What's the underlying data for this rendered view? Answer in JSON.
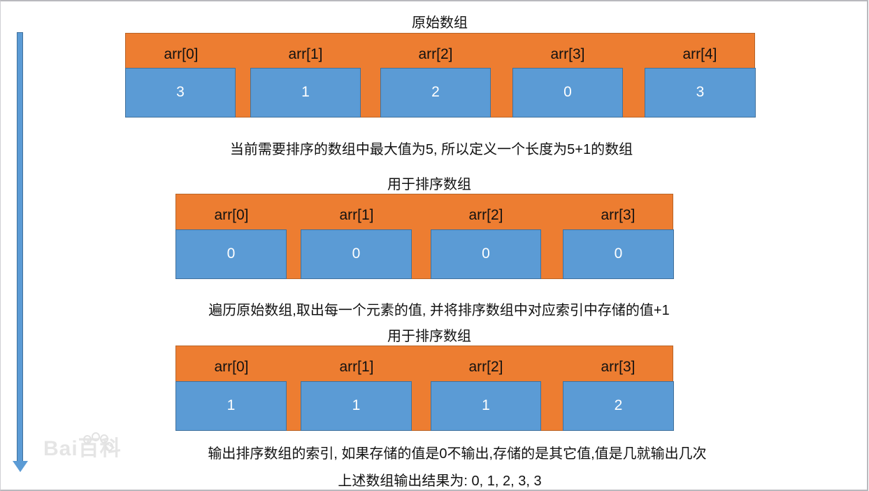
{
  "colors": {
    "index_bar": "#ed7d31",
    "value_cell": "#5b9bd5",
    "arrow": "#5b9bd5",
    "text": "#111111",
    "value_text": "#ffffff"
  },
  "original": {
    "title": "原始数组",
    "cells": [
      {
        "index": "arr[0]",
        "value": "3"
      },
      {
        "index": "arr[1]",
        "value": "1"
      },
      {
        "index": "arr[2]",
        "value": "2"
      },
      {
        "index": "arr[3]",
        "value": "0"
      },
      {
        "index": "arr[4]",
        "value": "3"
      }
    ]
  },
  "step1": {
    "description": "当前需要排序的数组中最大值为5, 所以定义一个长度为5+1的数组",
    "title": "用于排序数组",
    "cells": [
      {
        "index": "arr[0]",
        "value": "0"
      },
      {
        "index": "arr[1]",
        "value": "0"
      },
      {
        "index": "arr[2]",
        "value": "0"
      },
      {
        "index": "arr[3]",
        "value": "0"
      }
    ]
  },
  "step2": {
    "description": "遍历原始数组,取出每一个元素的值, 并将排序数组中对应索引中存储的值+1",
    "title": "用于排序数组",
    "cells": [
      {
        "index": "arr[0]",
        "value": "1"
      },
      {
        "index": "arr[1]",
        "value": "1"
      },
      {
        "index": "arr[2]",
        "value": "1"
      },
      {
        "index": "arr[3]",
        "value": "2"
      }
    ]
  },
  "step3": {
    "description": "输出排序数组的索引, 如果存储的值是0不输出,存储的是其它值,值是几就输出几次",
    "result": "上述数组输出结果为: 0, 1, 2, 3, 3"
  },
  "watermark": {
    "text": "Bai百科"
  },
  "icons": {
    "flow_arrow": "down-arrow-icon"
  }
}
